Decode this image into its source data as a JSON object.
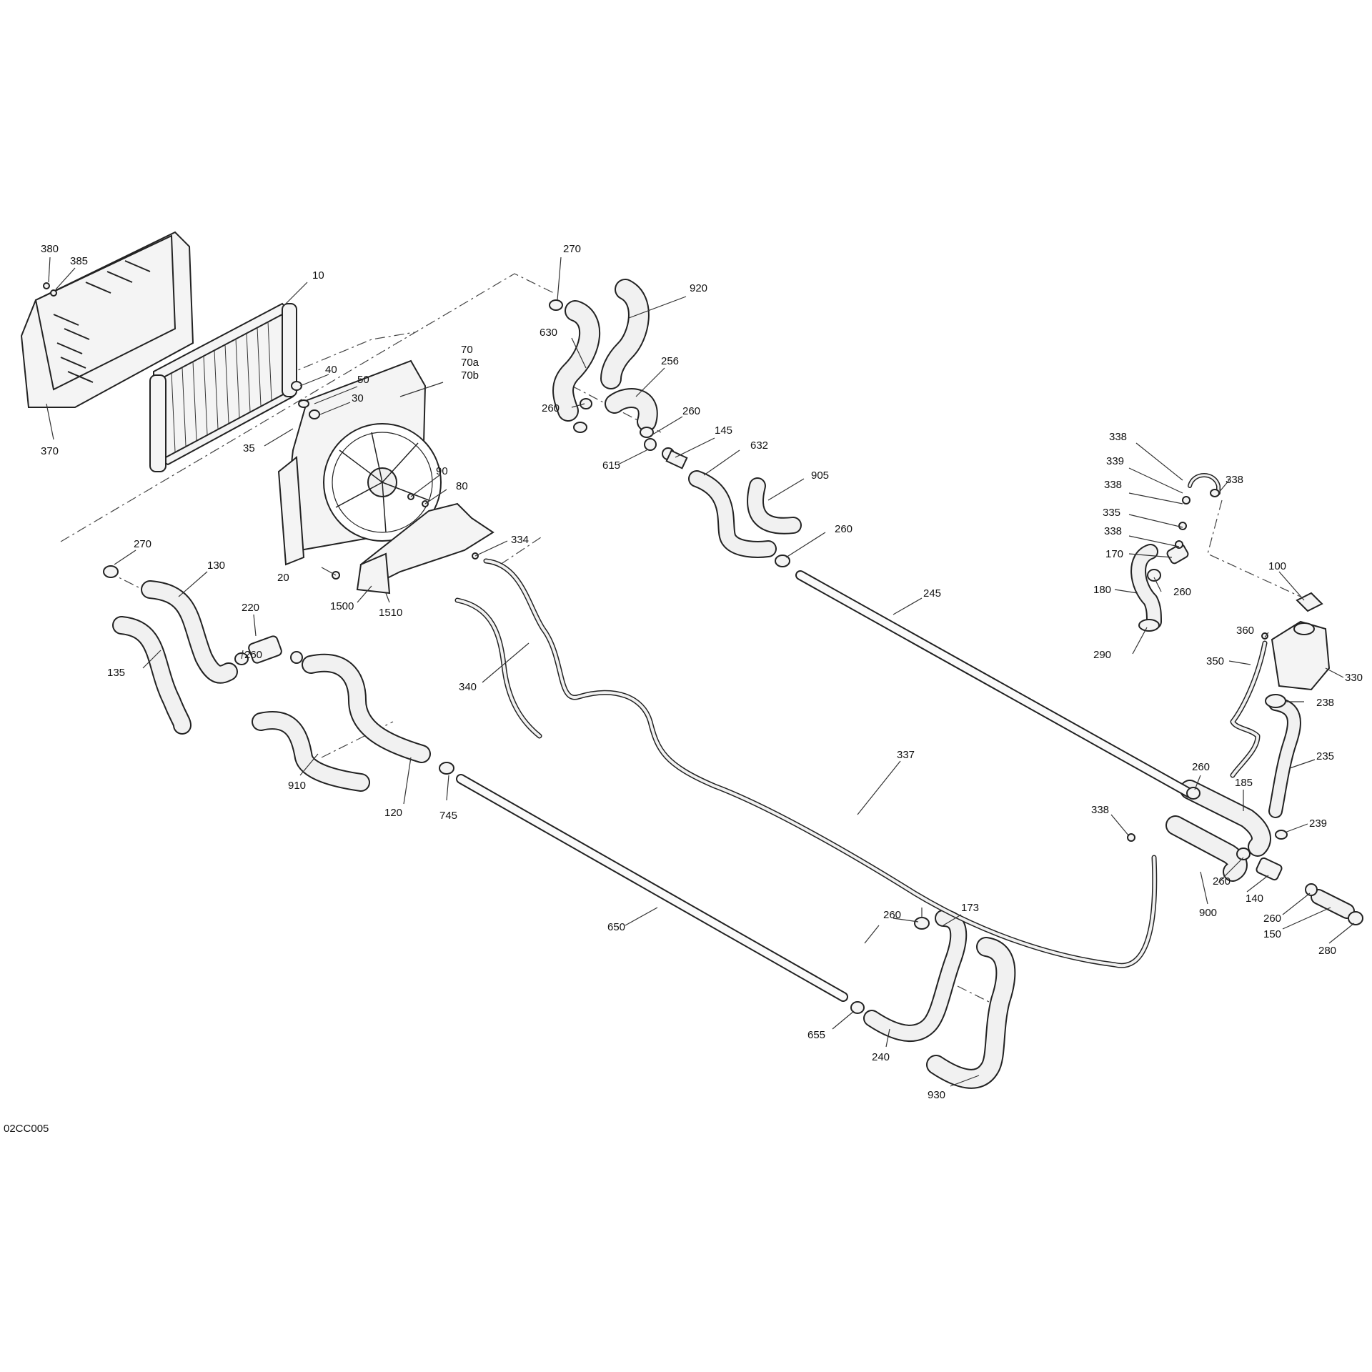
{
  "figure_code": "02CC005",
  "callouts": [
    "10",
    "20",
    "30",
    "35",
    "40",
    "50",
    "70",
    "70a",
    "70b",
    "80",
    "90",
    "100",
    "120",
    "130",
    "135",
    "140",
    "145",
    "150",
    "170",
    "173",
    "180",
    "185",
    "220",
    "235",
    "238",
    "239",
    "240",
    "245",
    "256",
    "260",
    "270",
    "280",
    "290",
    "330",
    "334",
    "335",
    "337",
    "338",
    "339",
    "340",
    "350",
    "360",
    "370",
    "380",
    "385",
    "615",
    "630",
    "632",
    "650",
    "655",
    "745",
    "900",
    "905",
    "910",
    "920",
    "930",
    "1500",
    "1510"
  ]
}
